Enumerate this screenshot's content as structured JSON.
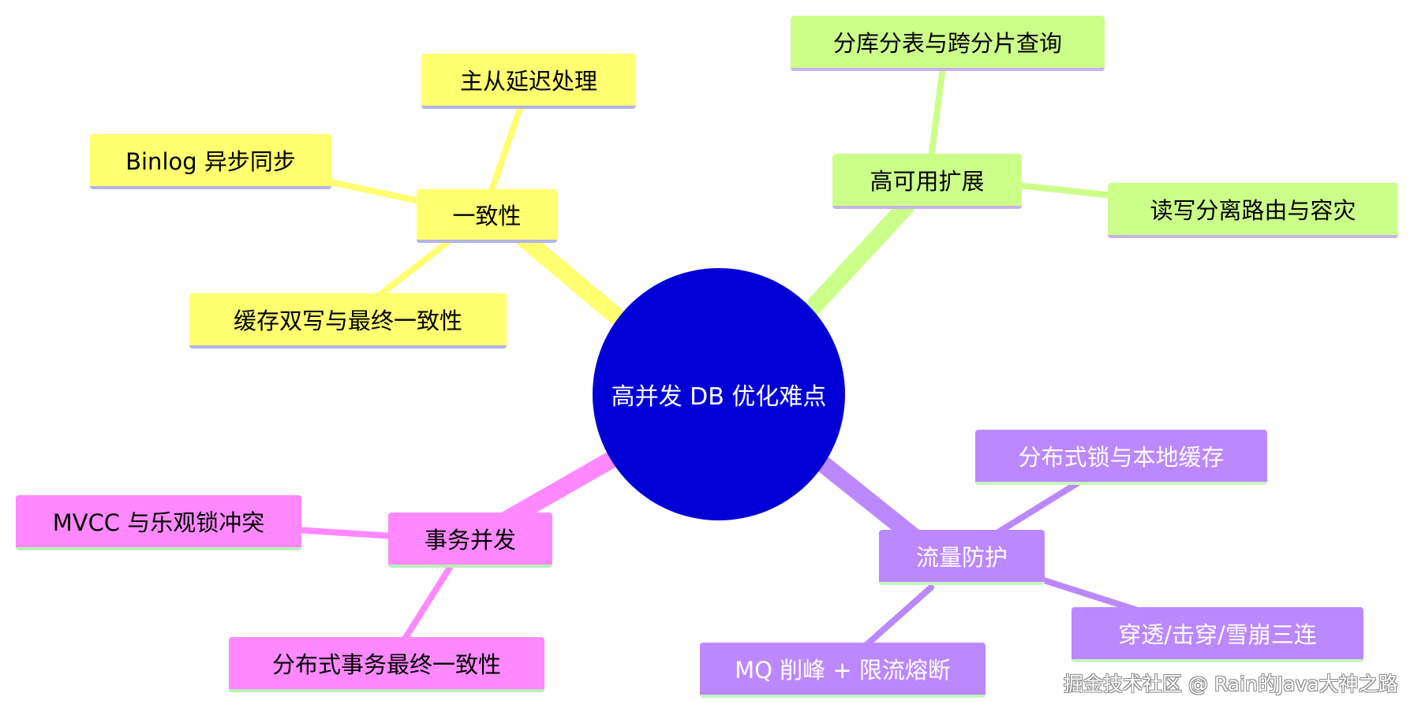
{
  "center": {
    "label": "高并发 DB 优化难点"
  },
  "branches": {
    "consistency": {
      "label": "一致性",
      "children": [
        "主从延迟处理",
        "Binlog 异步同步",
        "缓存双写与最终一致性"
      ]
    },
    "availability": {
      "label": "高可用扩展",
      "children": [
        "分库分表与跨分片查询",
        "读写分离路由与容灾"
      ]
    },
    "transaction": {
      "label": "事务并发",
      "children": [
        "MVCC 与乐观锁冲突",
        "分布式事务最终一致性"
      ]
    },
    "traffic": {
      "label": "流量防护",
      "children": [
        "分布式锁与本地缓存",
        "穿透/击穿/雪崩三连",
        "MQ 削峰 + 限流熔断"
      ]
    }
  },
  "colors": {
    "center": "#0000d6",
    "yellow": "#ffff70",
    "green": "#ccff8a",
    "pink": "#ff88ff",
    "purple": "#bb88ff"
  },
  "watermark": "掘金技术社区 @ Rain的Java大神之路"
}
